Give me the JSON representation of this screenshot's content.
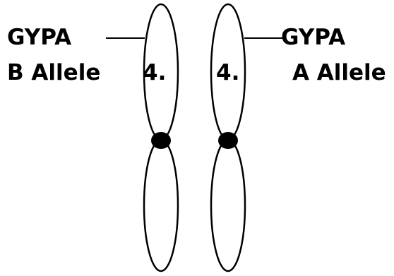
{
  "left_chromosome": {
    "number": "4.",
    "gene": "GYPA",
    "allele": "B Allele"
  },
  "right_chromosome": {
    "number": "4.",
    "gene": "GYPA",
    "allele": "A Allele"
  },
  "colors": {
    "outline": "#000000",
    "centromere": "#000000",
    "background": "#ffffff"
  }
}
